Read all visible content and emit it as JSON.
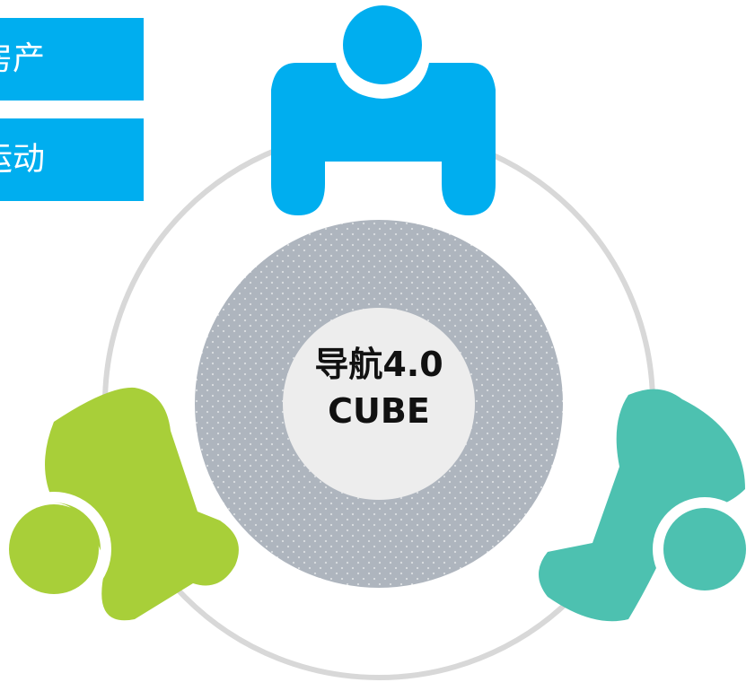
{
  "colors": {
    "blue": "#00AEEF",
    "green": "#A8CF39",
    "teal": "#4DC1B0",
    "ring": "#D8D8D8",
    "dotted_disc": "#AEB5BE",
    "center_disc": "#EDEDED"
  },
  "tags": [
    {
      "text": "房产",
      "color": "#00AEEF"
    },
    {
      "text": "运动",
      "color": "#00AEEF"
    }
  ],
  "center": {
    "line1": "导航4.0",
    "line2": "CUBE"
  },
  "figures": [
    {
      "name": "person-top",
      "color": "#00AEEF"
    },
    {
      "name": "person-bottom-left",
      "color": "#A8CF39"
    },
    {
      "name": "person-bottom-right",
      "color": "#4DC1B0"
    }
  ]
}
